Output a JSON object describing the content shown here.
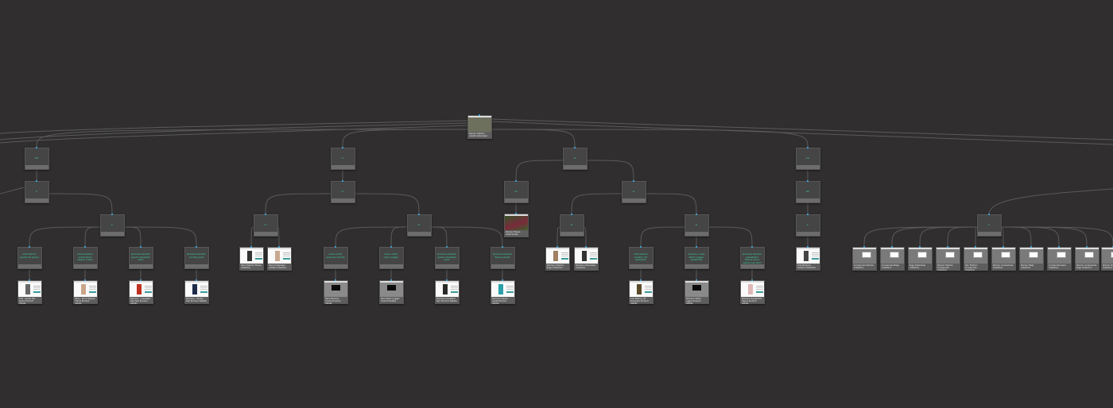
{
  "colors": {
    "background": "#302e2f",
    "edge": "#5b5b5b",
    "query_text": "#35d39a",
    "connector": "#3d9dd0"
  },
  "root": {
    "caption": "Women Fashion Jackets Outerwear"
  },
  "level1": [
    "kid",
    "m",
    "w",
    "kw"
  ],
  "level2": [
    "k",
    "m",
    "wi",
    "w",
    "wk"
  ],
  "level3": {
    "kids": "k",
    "mens": "m",
    "womens": "w",
    "image_caption": "Women Fleece Jacket Green",
    "w1": "w",
    "w2": "w",
    "kw": "k",
    "right_group": "k"
  },
  "queries": [
    "kids fashion gents tee green",
    "mens fashion small short sleeve t-shirt",
    "womens fashion gents insulated pant",
    "womens fashion moddy pant",
    "mens outer pullover hoodie",
    "mens outer nylon jogger",
    "womens fashion gents insulated pant",
    "womens fashion fleece jacket",
    "kids fashion mallory 35 backpack",
    "womens outer stitch jogger sweat tee",
    "womens fashion sweatshirt fleece short sleeve top shirt"
  ],
  "query_results": [
    "Kids - Gents Tee Green Product Details",
    "Mens - Short Sleeve T-Shirt Product Details",
    "Womens - Insulated Pant Red Product Details",
    "Womens - Moddy Pant Product Details",
    "Mens Pullover Hoodie Product Details",
    "Mens Nylon Jogger Product Details",
    "Womens Insulated Pant Product Details",
    "Womens Fleece Jacket Product Details",
    "Kids Mallory 35 Backpack Product Details",
    "Womens Stitch Jogger Product Details",
    "Womens Sweatshirt Fleece Product Details"
  ],
  "pages": {
    "mens": [
      "Mens Fashion Shoes Collection",
      "Mens Outerwear Jackets Collection"
    ],
    "womens": [
      "Womens Fashion Bags Collection",
      "Womens Outerwear Collection"
    ],
    "kw": [
      "Kids Womens Fashion Collection"
    ],
    "right_row": [
      "Accessories Women Collection",
      "Accessories Bags Collection",
      "Bags Outerwear Collection",
      "Women Fashion Accessories Collection",
      "Men Fashion Accessories Collection",
      "Women Accessories Collection",
      "Women Bags Collection",
      "Accessories Gear Collection",
      "Women Accessories Bags Collection",
      "Women Outerwear Collection"
    ]
  }
}
